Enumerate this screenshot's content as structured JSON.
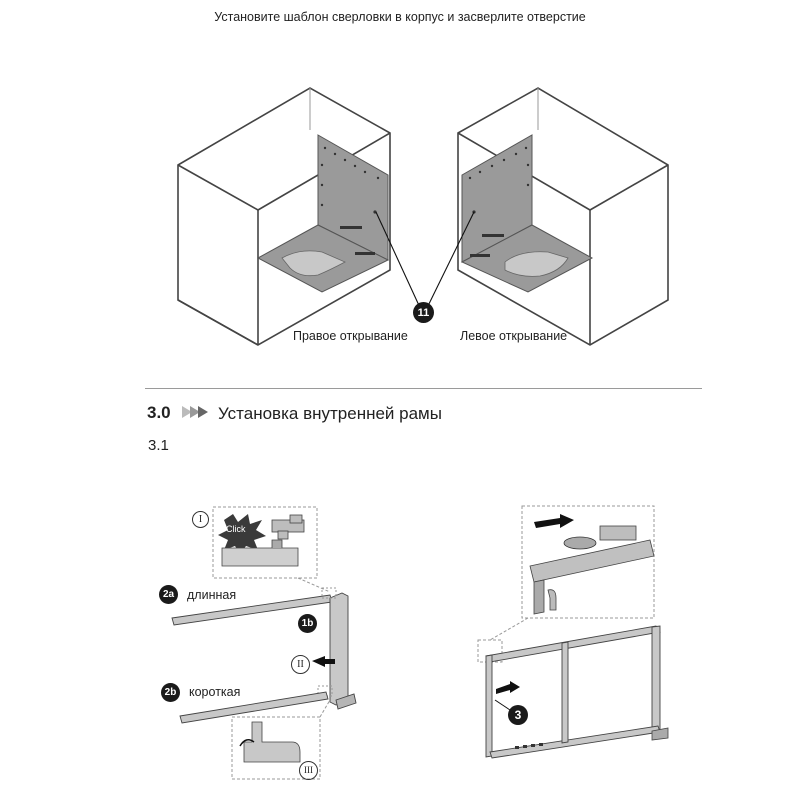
{
  "header": {
    "instruction": "Установите шаблон сверловки в корпус и засверлите отверстие"
  },
  "figure_top": {
    "callout": "11",
    "left_caption": "Правое открывание",
    "right_caption": "Левое открывание"
  },
  "section": {
    "number": "3.0",
    "title": "Установка внутренней рамы",
    "sub_number": "3.1"
  },
  "figure_bottom_left": {
    "inset_step_1": "I",
    "click_label": "Click",
    "part_2a": "2a",
    "long_label": "длинная",
    "part_1b": "1b",
    "step_2": "II",
    "part_2b": "2b",
    "short_label": "короткая",
    "step_3": "III"
  },
  "figure_bottom_right": {
    "callout": "3"
  }
}
